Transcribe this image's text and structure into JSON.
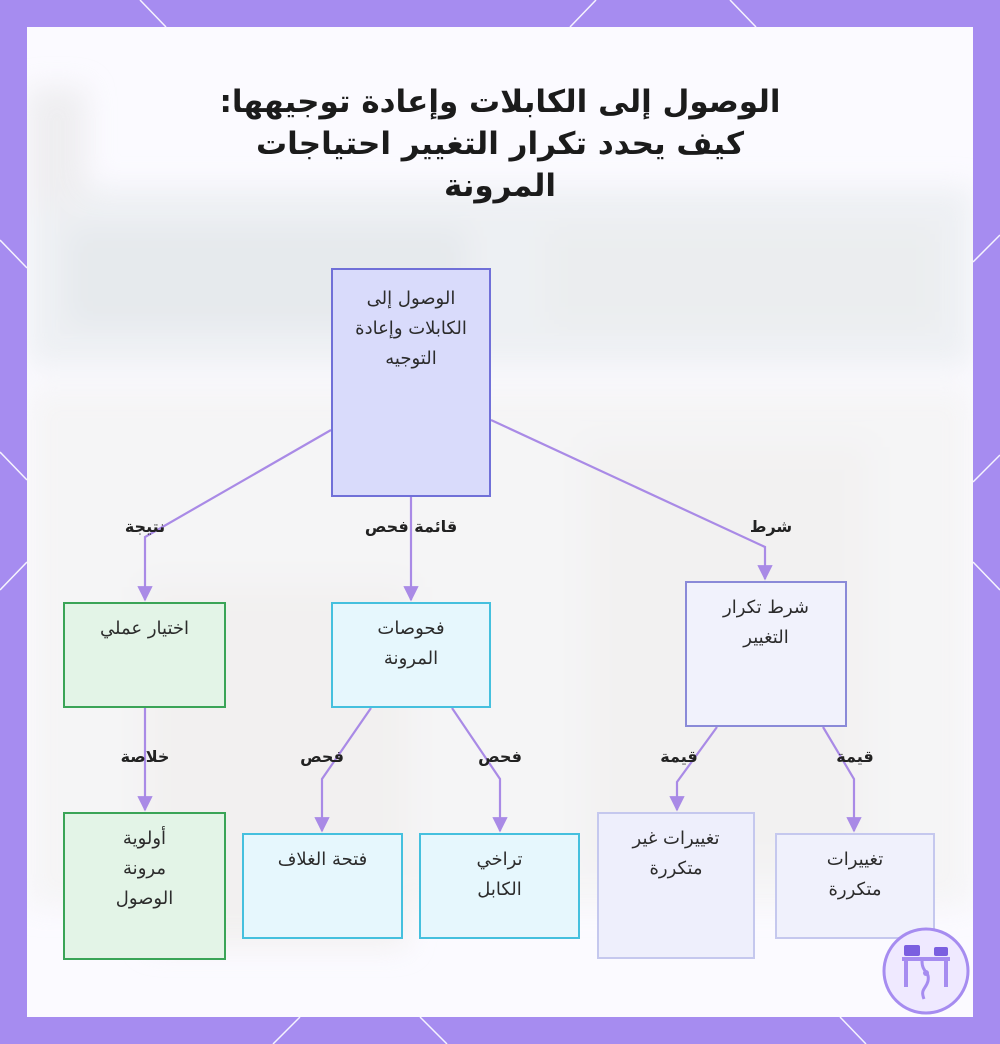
{
  "title": "الوصول إلى الكابلات وإعادة توجيهها: كيف يحدد تكرار التغيير احتياجات المرونة",
  "nodes": {
    "root": "الوصول إلى الكابلات وإعادة التوجيه",
    "condition": "شرط تكرار التغيير",
    "checks": "فحوصات المرونة",
    "choice": "اختيار عملي",
    "nonrecurring": "تغييرات غير متكررة",
    "recurring": "تغييرات متكررة",
    "slack": "تراخي الكابل",
    "opening": "فتحة الغلاف",
    "priority": "أولوية مرونة الوصول"
  },
  "edges": {
    "root_condition": "شرط",
    "root_checks": "قائمة فحص",
    "root_choice": "نتيجة",
    "condition_nonrecurring": "قيمة",
    "condition_recurring": "قيمة",
    "checks_slack": "فحص",
    "checks_opening": "فحص",
    "choice_priority": "خلاصة"
  },
  "colors": {
    "frame": "#a68cf0",
    "edge": "#a98ae6",
    "root_fill": "#d9dbfb",
    "green_border": "#3aa457",
    "cyan_border": "#45c0de"
  }
}
